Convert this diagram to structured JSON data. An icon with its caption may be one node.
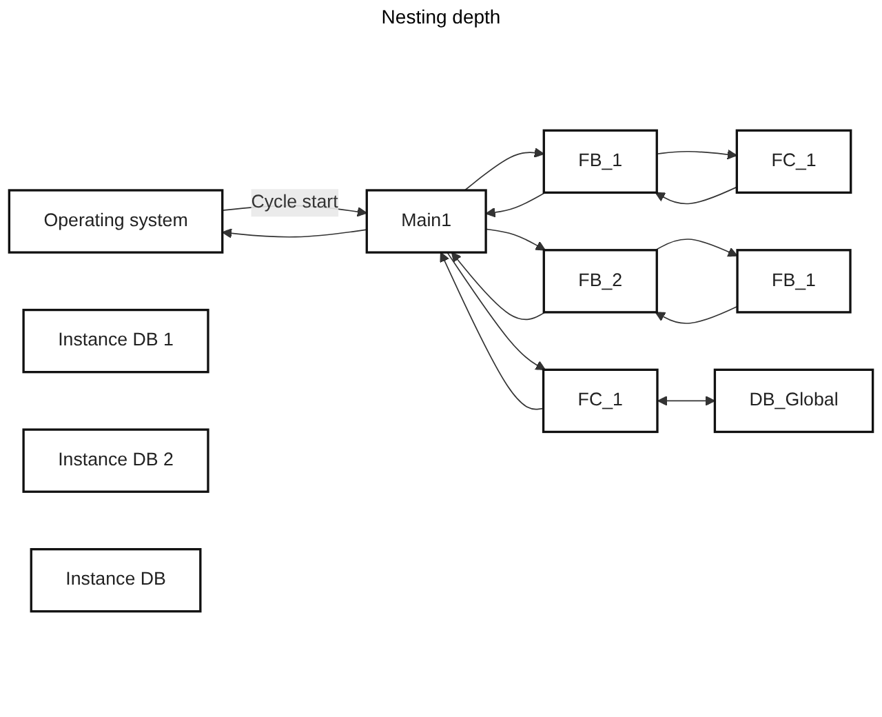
{
  "diagram": {
    "nodes": [
      {
        "text": [
          "Operating system"
        ]
      },
      {
        "text": [
          "Main1"
        ]
      },
      {
        "text": [
          "FB_1"
        ]
      },
      {
        "text": [
          "Instance DB 1"
        ]
      },
      {
        "text": [
          "FC_1"
        ]
      },
      {
        "text": [
          "FB_2"
        ]
      },
      {
        "text": [
          "Instance DB 2"
        ]
      },
      {
        "text": [
          "FB_1"
        ]
      },
      {
        "text": [
          "Instance DB"
        ]
      },
      {
        "text": [
          "FC_1"
        ]
      },
      {
        "text": [
          "DB_Global"
        ]
      }
    ],
    "edges": [
      {
        "from": 0,
        "to": 1,
        "arrow": "to",
        "label": "Cycle start"
      },
      {
        "from": 1,
        "to": 2,
        "arrow": "to"
      },
      {
        "from": 2,
        "to": 4,
        "arrow": "to"
      },
      {
        "from": 4,
        "to": 2,
        "arrow": "to"
      },
      {
        "from": 2,
        "to": 1,
        "arrow": "to"
      },
      {
        "from": 1,
        "to": 5,
        "arrow": "to"
      },
      {
        "from": 5,
        "to": 7,
        "arrow": "to"
      },
      {
        "from": 7,
        "to": 5,
        "arrow": "to"
      },
      {
        "from": 5,
        "to": 1,
        "arrow": "to"
      },
      {
        "from": 1,
        "to": 9,
        "arrow": "to"
      },
      {
        "from": 9,
        "to": 1,
        "arrow": "to"
      },
      {
        "from": 1,
        "to": 0,
        "arrow": "to"
      },
      {
        "from": 9,
        "to": 10,
        "arrow": "both"
      }
    ],
    "labels": [
      "Nesting depth"
    ]
  }
}
